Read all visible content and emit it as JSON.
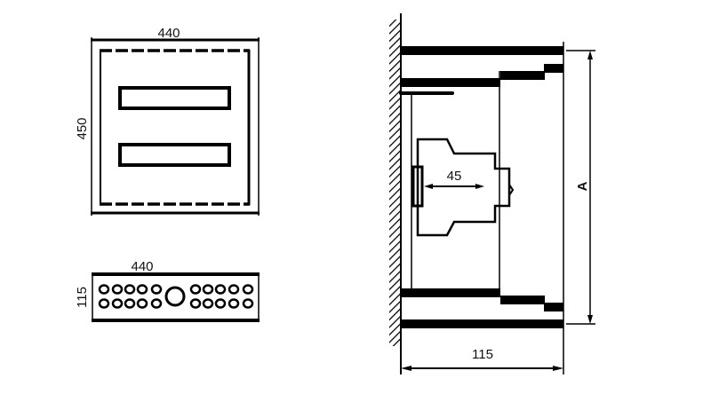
{
  "front_view": {
    "width_label": "440",
    "height_label": "450"
  },
  "bottom_view": {
    "width_label": "440",
    "depth_label": "115"
  },
  "side_view": {
    "depth_label": "115",
    "rail_label": "45",
    "height_label": "A"
  },
  "colors": {
    "line": "#000000",
    "background": "#ffffff"
  }
}
